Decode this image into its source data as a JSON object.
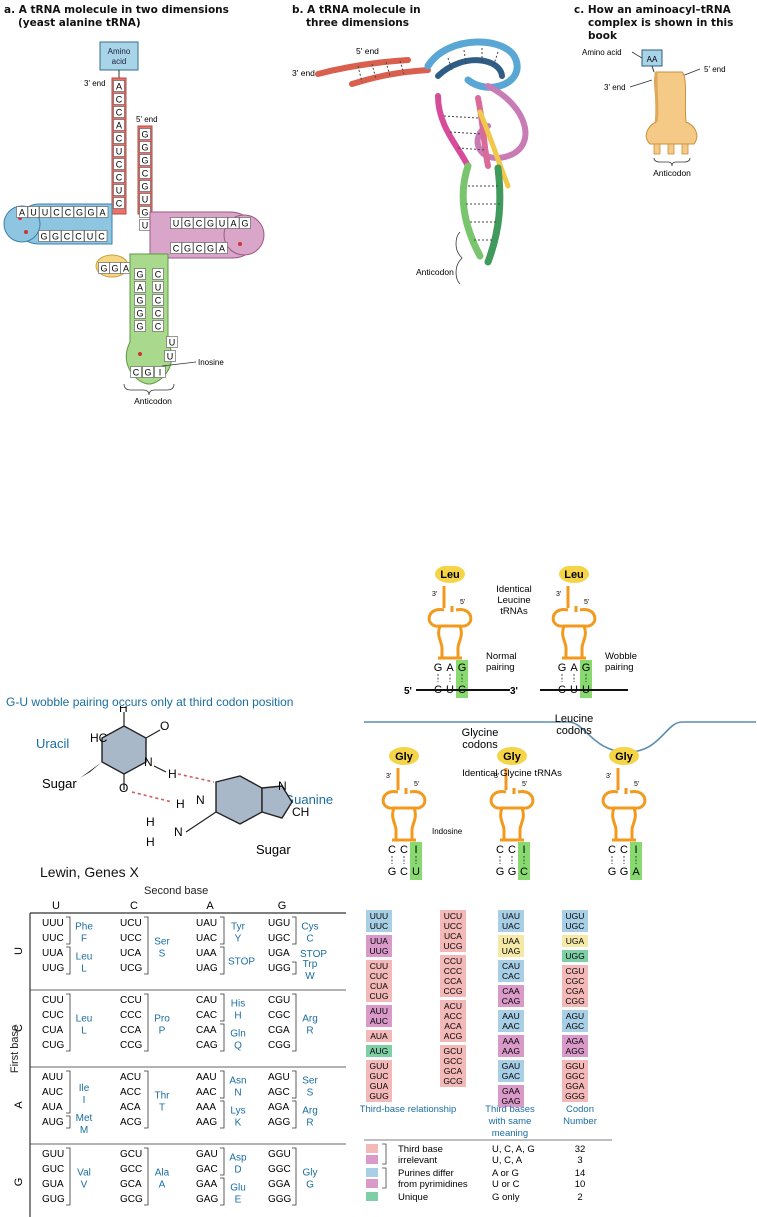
{
  "panel_a": {
    "title_line1": "a.  A tRNA molecule in two dimensions",
    "title_line2": "(yeast alanine tRNA)",
    "amino_acid_box_line1": "Amino",
    "amino_acid_box_line2": "acid",
    "three_prime_end": "3' end",
    "five_prime_end": "5' end",
    "acceptor_3prime_column": [
      "A",
      "C",
      "C",
      "A",
      "C",
      "U",
      "C",
      "C",
      "U",
      "C"
    ],
    "acceptor_5prime_column": [
      "G",
      "G",
      "G",
      "C",
      "G",
      "U",
      "G",
      "U"
    ],
    "d_arm_top": [
      "A",
      "U",
      "U",
      "C",
      "C",
      "G",
      "G",
      "A"
    ],
    "d_arm_bottom": [
      "G",
      "G",
      "C",
      "C",
      "U",
      "C"
    ],
    "t_arm_top": [
      "U",
      "G",
      "C",
      "G",
      "U",
      "A",
      "G"
    ],
    "t_arm_bottom": [
      "C",
      "G",
      "C",
      "G",
      "A"
    ],
    "variable_loop": [
      "G",
      "G",
      "A"
    ],
    "anticodon_stem_left": [
      "G",
      "A",
      "G",
      "G",
      "G"
    ],
    "anticodon_stem_right": [
      "C",
      "U",
      "C",
      "C",
      "C"
    ],
    "anticodon_bases": [
      "C",
      "G",
      "I"
    ],
    "anticodon_loop_extra": [
      "U",
      "U"
    ],
    "inosine_label": "Inosine",
    "anticodon_label": "Anticodon"
  },
  "panel_b": {
    "title_line1": "b.  A tRNA molecule in",
    "title_line2": "three dimensions",
    "five_prime_end": "5' end",
    "three_prime_end": "3' end",
    "anticodon_label": "Anticodon"
  },
  "panel_c": {
    "title_line1": "c.  How an aminoacyl–tRNA",
    "title_line2": "complex is shown in this book",
    "amino_acid_label": "Amino acid",
    "aa_box": "AA",
    "five_prime_end": "5' end",
    "three_prime_end": "3' end",
    "anticodon_label": "Anticodon"
  },
  "wobble_chem": {
    "heading": "G-U wobble pairing occurs only at third codon position",
    "uracil_label": "Uracil",
    "guanine_label": "Guanine",
    "sugar_left": "Sugar",
    "sugar_right": "Sugar",
    "atoms": {
      "h": "H",
      "o": "O",
      "n": "N",
      "c": "C",
      "ch": "CH",
      "hc": "HC"
    },
    "credit": "Lewin, Genes X"
  },
  "wobble_trna": {
    "leu": "Leu",
    "gly": "Gly",
    "prime3": "3'",
    "prime5": "5'",
    "identical_leucine_1": "Identical",
    "identical_leucine_2": "Leucine",
    "identical_leucine_3": "tRNAs",
    "normal_pairing_1": "Normal",
    "normal_pairing_2": "pairing",
    "wobble_pairing_1": "Wobble",
    "wobble_pairing_2": "pairing",
    "five_prime_strand": "5'",
    "three_prime_strand": "3'",
    "glycine_codons_1": "Glycine",
    "glycine_codons_2": "codons",
    "leucine_codons_1": "Leucine",
    "leucine_codons_2": "codons",
    "identical_glycine": "Identical Glycine tRNAs",
    "indosine": "Indosine",
    "leu_anticodon": [
      "G",
      "A",
      "G"
    ],
    "leu_codon_normal": [
      "C",
      "U",
      "C"
    ],
    "leu_codon_wobble": [
      "C",
      "U",
      "U"
    ],
    "gly_anticodon": [
      "C",
      "C",
      "I"
    ],
    "gly_codon_1": [
      "G",
      "C",
      "U"
    ],
    "gly_codon_2": [
      "G",
      "G",
      "C"
    ],
    "gly_codon_3": [
      "G",
      "G",
      "A"
    ]
  },
  "codon_table": {
    "second_base": "Second base",
    "first_base": "First base",
    "col_headers": [
      "U",
      "C",
      "A",
      "G"
    ],
    "row_headers": [
      "U",
      "C",
      "A",
      "G"
    ],
    "rows": [
      [
        {
          "codons": [
            "UUU",
            "UUC",
            "UUA",
            "UUG"
          ],
          "aa": [
            [
              "Phe",
              "F",
              0,
              1
            ],
            [
              "Leu",
              "L",
              2,
              3
            ]
          ]
        },
        {
          "codons": [
            "UCU",
            "UCC",
            "UCA",
            "UCG"
          ],
          "aa": [
            [
              "Ser",
              "S",
              0,
              3
            ]
          ]
        },
        {
          "codons": [
            "UAU",
            "UAC",
            "UAA",
            "UAG"
          ],
          "aa": [
            [
              "Tyr",
              "Y",
              0,
              1
            ],
            [
              "STOP",
              "",
              2,
              3
            ]
          ]
        },
        {
          "codons": [
            "UGU",
            "UGC",
            "UGA",
            "UGG"
          ],
          "aa": [
            [
              "Cys",
              "C",
              0,
              1
            ],
            [
              "STOP",
              "",
              2,
              2
            ],
            [
              "Trp",
              "W",
              3,
              3
            ]
          ]
        }
      ],
      [
        {
          "codons": [
            "CUU",
            "CUC",
            "CUA",
            "CUG"
          ],
          "aa": [
            [
              "Leu",
              "L",
              0,
              3
            ]
          ]
        },
        {
          "codons": [
            "CCU",
            "CCC",
            "CCA",
            "CCG"
          ],
          "aa": [
            [
              "Pro",
              "P",
              0,
              3
            ]
          ]
        },
        {
          "codons": [
            "CAU",
            "CAC",
            "CAA",
            "CAG"
          ],
          "aa": [
            [
              "His",
              "H",
              0,
              1
            ],
            [
              "Gln",
              "Q",
              2,
              3
            ]
          ]
        },
        {
          "codons": [
            "CGU",
            "CGC",
            "CGA",
            "CGG"
          ],
          "aa": [
            [
              "Arg",
              "R",
              0,
              3
            ]
          ]
        }
      ],
      [
        {
          "codons": [
            "AUU",
            "AUC",
            "AUA",
            "AUG"
          ],
          "aa": [
            [
              "Ile",
              "I",
              0,
              2
            ],
            [
              "Met",
              "M",
              3,
              3
            ]
          ]
        },
        {
          "codons": [
            "ACU",
            "ACC",
            "ACA",
            "ACG"
          ],
          "aa": [
            [
              "Thr",
              "T",
              0,
              3
            ]
          ]
        },
        {
          "codons": [
            "AAU",
            "AAC",
            "AAA",
            "AAG"
          ],
          "aa": [
            [
              "Asn",
              "N",
              0,
              1
            ],
            [
              "Lys",
              "K",
              2,
              3
            ]
          ]
        },
        {
          "codons": [
            "AGU",
            "AGC",
            "AGA",
            "AGG"
          ],
          "aa": [
            [
              "Ser",
              "S",
              0,
              1
            ],
            [
              "Arg",
              "R",
              2,
              3
            ]
          ]
        }
      ],
      [
        {
          "codons": [
            "GUU",
            "GUC",
            "GUA",
            "GUG"
          ],
          "aa": [
            [
              "Val",
              "V",
              0,
              3
            ]
          ]
        },
        {
          "codons": [
            "GCU",
            "GCC",
            "GCA",
            "GCG"
          ],
          "aa": [
            [
              "Ala",
              "A",
              0,
              3
            ]
          ]
        },
        {
          "codons": [
            "GAU",
            "GAC",
            "GAA",
            "GAG"
          ],
          "aa": [
            [
              "Asp",
              "D",
              0,
              1
            ],
            [
              "Glu",
              "E",
              2,
              3
            ]
          ]
        },
        {
          "codons": [
            "GGU",
            "GGC",
            "GGA",
            "GGG"
          ],
          "aa": [
            [
              "Gly",
              "G",
              0,
              3
            ]
          ]
        }
      ]
    ]
  },
  "codon_color_chart": {
    "columns": [
      [
        [
          "UUU",
          "UUC",
          "blue"
        ],
        [
          "UUA",
          "UUG",
          "purple"
        ],
        [
          "CUU",
          "CUC",
          "CUA",
          "CUG",
          "pink"
        ],
        [
          "AUU",
          "AUC",
          "purple"
        ],
        [
          "AUA",
          "pink"
        ],
        [
          "AUG",
          "green"
        ],
        [
          "GUU",
          "GUC",
          "GUA",
          "GUG",
          "pink"
        ]
      ],
      [
        [
          "UCU",
          "UCC",
          "UCA",
          "UCG",
          "pink"
        ],
        [
          "CCU",
          "CCC",
          "CCA",
          "CCG",
          "pink"
        ],
        [
          "ACU",
          "ACC",
          "ACA",
          "ACG",
          "pink"
        ],
        [
          "GCU",
          "GCC",
          "GCA",
          "GCG",
          "pink"
        ]
      ],
      [
        [
          "UAU",
          "UAC",
          "blue"
        ],
        [
          "UAA",
          "UAG",
          "yellow"
        ],
        [
          "CAU",
          "CAC",
          "blue"
        ],
        [
          "CAA",
          "CAG",
          "purple"
        ],
        [
          "AAU",
          "AAC",
          "blue"
        ],
        [
          "AAA",
          "AAG",
          "purple"
        ],
        [
          "GAU",
          "GAC",
          "blue"
        ],
        [
          "GAA",
          "GAG",
          "purple"
        ]
      ],
      [
        [
          "UGU",
          "UGC",
          "blue"
        ],
        [
          "UGA",
          "yellow"
        ],
        [
          "UGG",
          "green"
        ],
        [
          "CGU",
          "CGC",
          "CGA",
          "CGG",
          "pink"
        ],
        [
          "AGU",
          "AGC",
          "blue"
        ],
        [
          "AGA",
          "AGG",
          "purple"
        ],
        [
          "GGU",
          "GGC",
          "GGA",
          "GGG",
          "pink"
        ]
      ]
    ],
    "caption_third_base": "Third-base relationship",
    "caption_same_meaning_1": "Third bases",
    "caption_same_meaning_2": "with same",
    "caption_same_meaning_3": "meaning",
    "caption_codon_number_1": "Codon",
    "caption_codon_number_2": "Number",
    "legend": [
      {
        "label1": "Third base",
        "label2": "irrelevant",
        "bases1": "U, C, A, G",
        "bases2": "U, C, A",
        "n1": "32",
        "n2": "3"
      },
      {
        "label1": "Purines differ",
        "label2": "from pyrimidines",
        "bases1": "A or G",
        "bases2": "U or C",
        "n1": "14",
        "n2": "10"
      },
      {
        "label1": "Unique",
        "bases1": "G only",
        "n1": "2"
      }
    ],
    "colors": {
      "pink": "#f3b8b8",
      "blue": "#a9cfe6",
      "purple": "#d99ac9",
      "yellow": "#f5e9a8",
      "green": "#7fcfa6"
    }
  }
}
